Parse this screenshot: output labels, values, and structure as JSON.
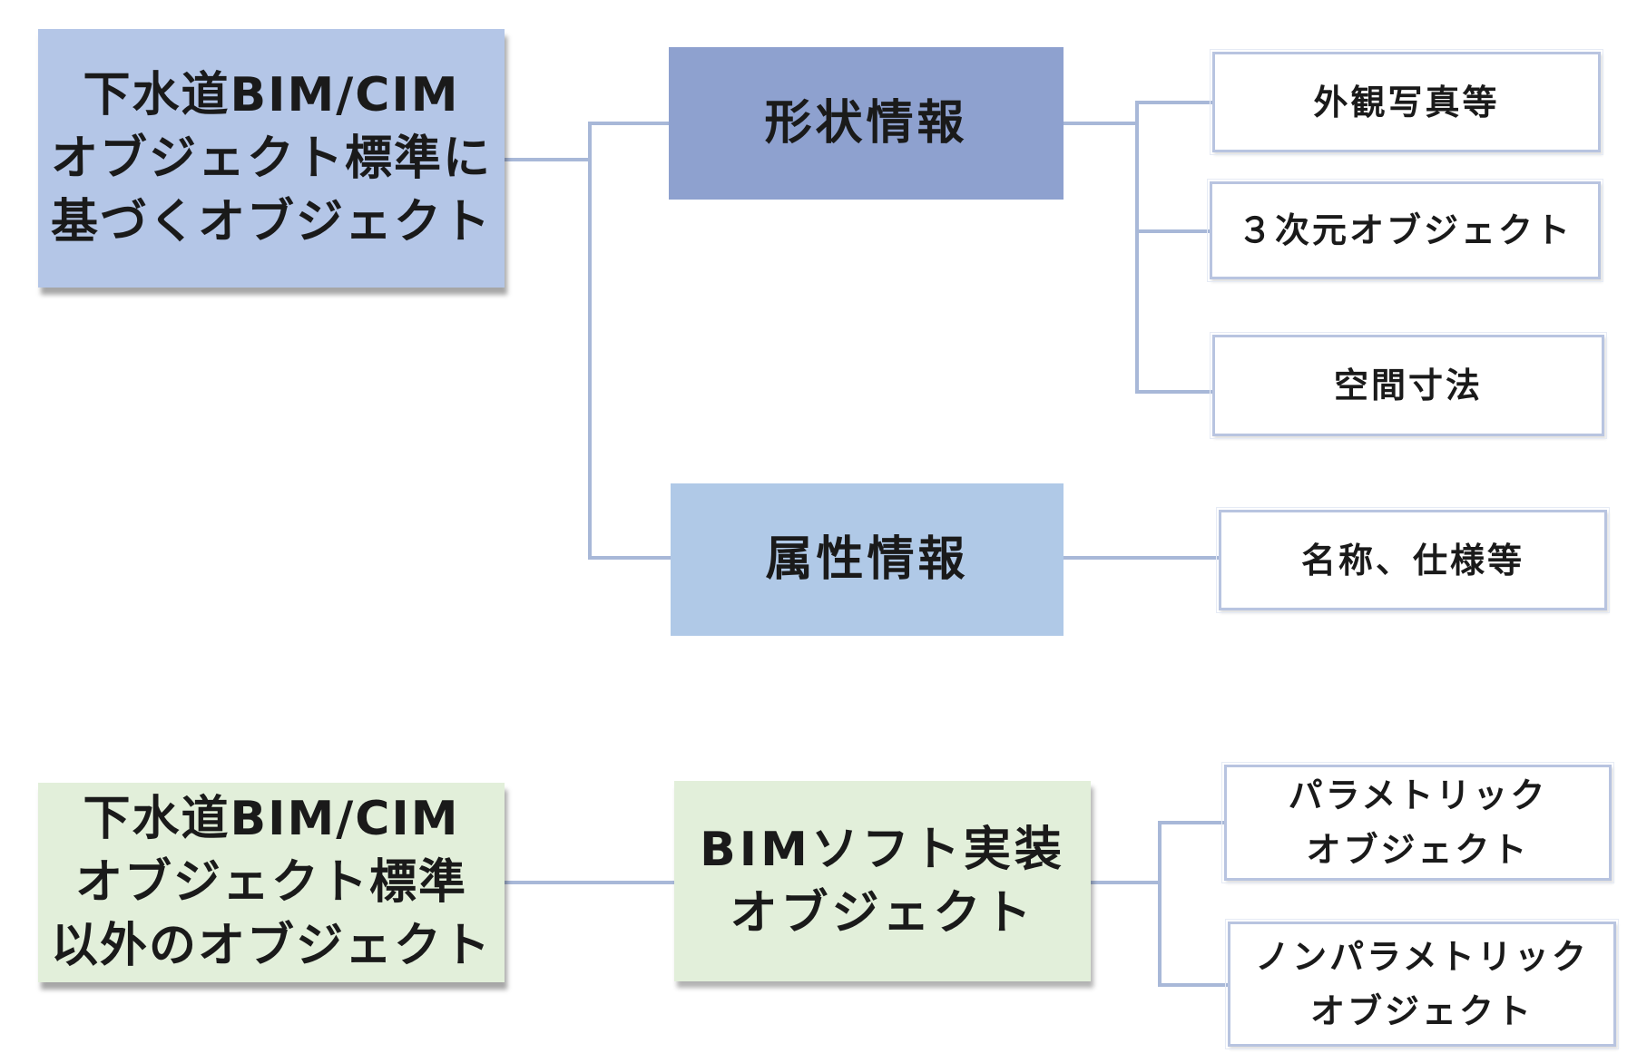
{
  "colors": {
    "root_blue": "#b4c6e7",
    "shape_info": "#8ea1cf",
    "attribute_info": "#b0c9e7",
    "root_green": "#e2efda",
    "bim_soft": "#e2efda",
    "connector": "#a8b8d8",
    "leaf_border": "#b8c4e0"
  },
  "diagram": {
    "standard_object": "下水道BIM/CIM\nオブジェクト標準に\n基づくオブジェクト",
    "shape_info": "形状情報",
    "shape_children": [
      "外観写真等",
      "３次元オブジェクト",
      "空間寸法"
    ],
    "attribute_info": "属性情報",
    "attribute_children": [
      "名称、仕様等"
    ],
    "other_object": "下水道BIM/CIM\nオブジェクト標準\n以外のオブジェクト",
    "bim_soft": "BIMソフト実装\nオブジェクト",
    "bim_children": [
      "パラメトリック\nオブジェクト",
      "ノンパラメトリック\nオブジェクト"
    ]
  }
}
